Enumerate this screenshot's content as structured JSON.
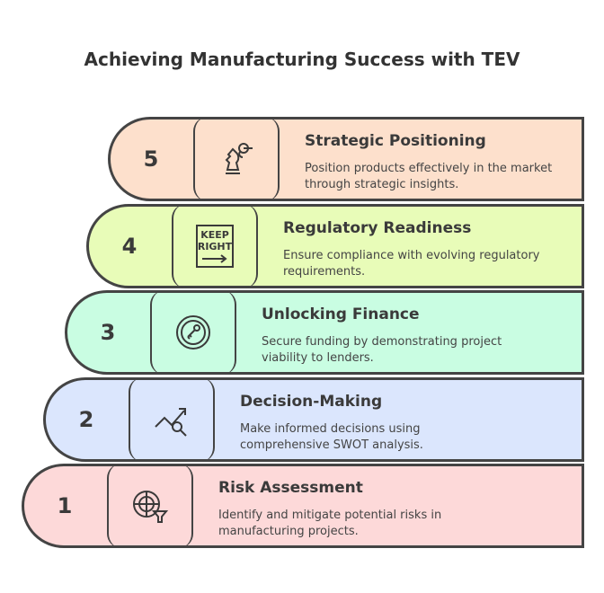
{
  "title": "Achieving Manufacturing Success with TEV",
  "steps": [
    {
      "number": "5",
      "heading": "Strategic Positioning",
      "description": "Position products effectively in the market through strategic insights.",
      "icon": "chess-knight-icon",
      "color": "#fde0cc"
    },
    {
      "number": "4",
      "heading": "Regulatory Readiness",
      "description": "Ensure compliance with evolving regulatory requirements.",
      "icon": "keep-right-sign-icon",
      "icon_text_1": "KEEP",
      "icon_text_2": "RIGHT",
      "color": "#e8fcb8"
    },
    {
      "number": "3",
      "heading": "Unlocking Finance",
      "description": "Secure funding by demonstrating project viability to lenders.",
      "icon": "key-coin-icon",
      "color": "#c9fde2"
    },
    {
      "number": "2",
      "heading": "Decision-Making",
      "description": "Make informed decisions using comprehensive SWOT analysis.",
      "icon": "analysis-magnifier-icon",
      "color": "#dbe6fd"
    },
    {
      "number": "1",
      "heading": "Risk Assessment",
      "description": "Identify and mitigate potential risks in manufacturing projects.",
      "icon": "radar-funnel-icon",
      "color": "#fdd9d9"
    }
  ]
}
